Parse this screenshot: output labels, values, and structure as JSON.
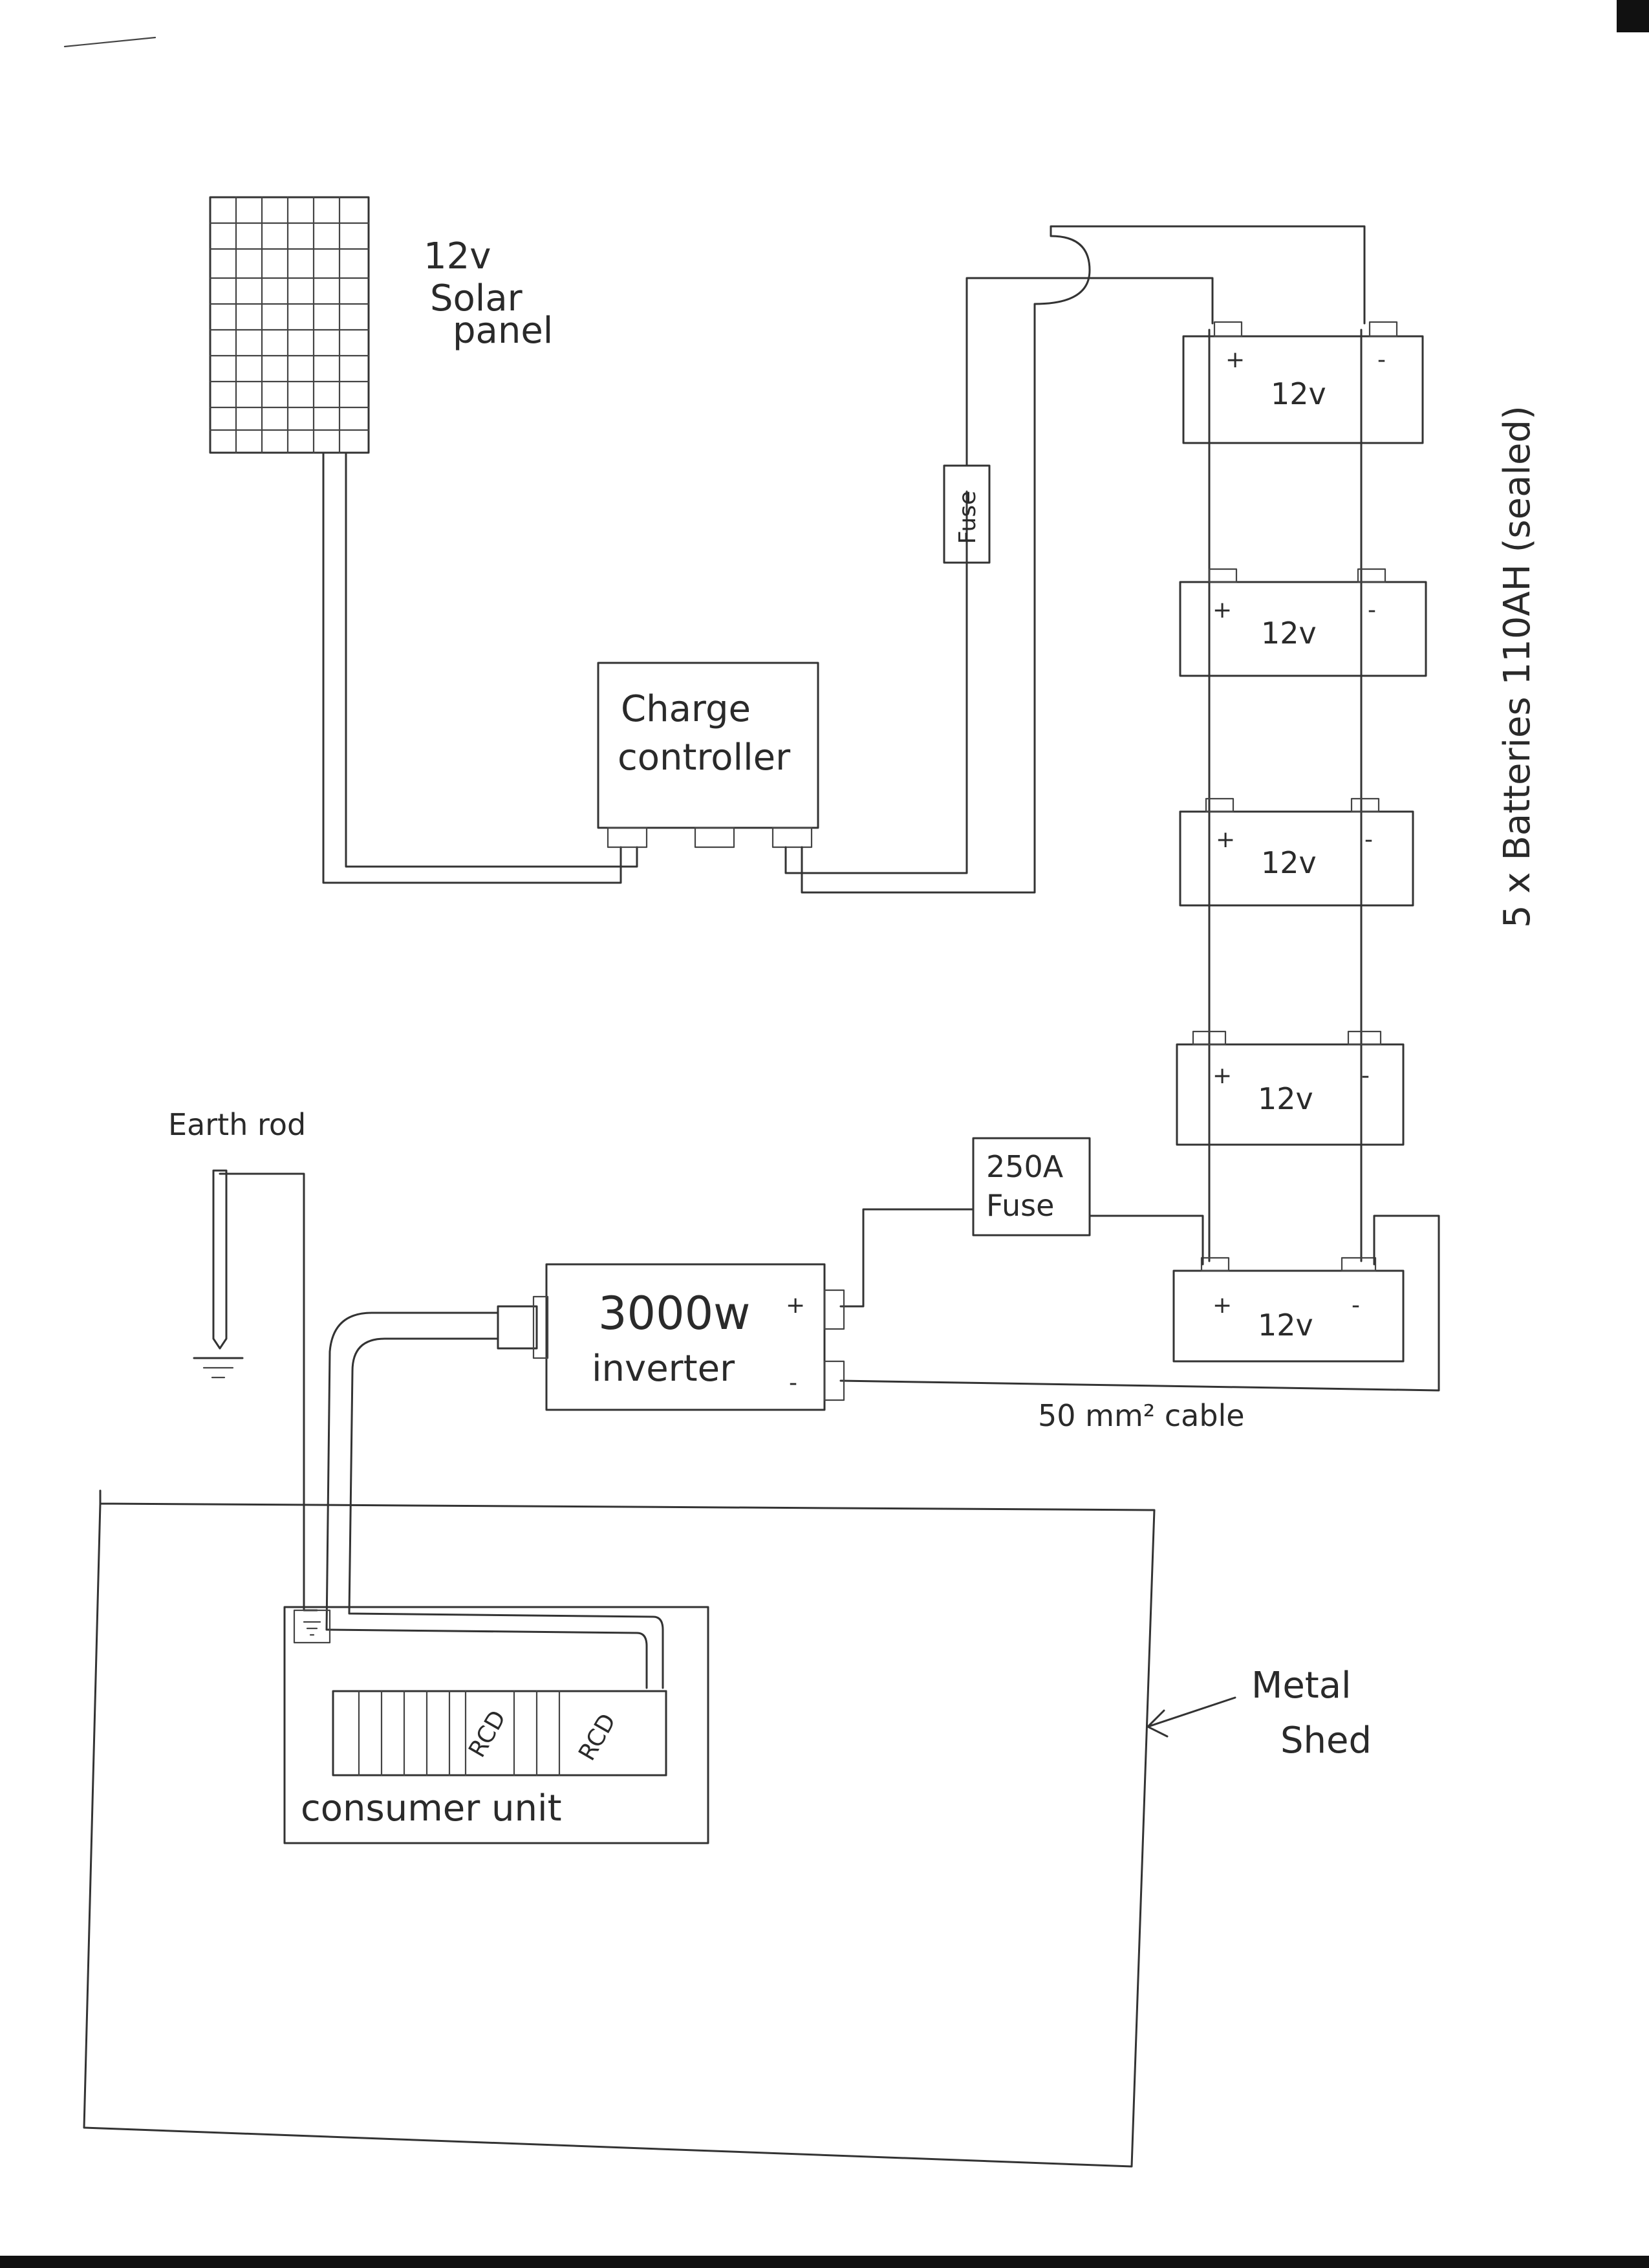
{
  "labels": {
    "panel_voltage": "12v",
    "panel_name_1": "Solar",
    "panel_name_2": "panel",
    "controller_1": "Charge",
    "controller_2": "controller",
    "small_fuse": "Fuse",
    "battery_voltage": "12v",
    "battery_bank": "5 x Batteries 110AH (sealed)",
    "plus": "+",
    "minus": "-",
    "main_fuse_1": "250A",
    "main_fuse_2": "Fuse",
    "inverter_1": "3000w",
    "inverter_2": "inverter",
    "cable": "50 mm² cable",
    "earth_rod": "Earth rod",
    "consumer_unit": "consumer unit",
    "rcd": "RCD",
    "shed_1": "Metal",
    "shed_2": "Shed"
  },
  "batteries": [
    {
      "label": "12v"
    },
    {
      "label": "12v"
    },
    {
      "label": "12v"
    },
    {
      "label": "12v"
    },
    {
      "label": "12v"
    }
  ],
  "colors": {
    "ink": "#333333",
    "paper": "#ffffff"
  }
}
